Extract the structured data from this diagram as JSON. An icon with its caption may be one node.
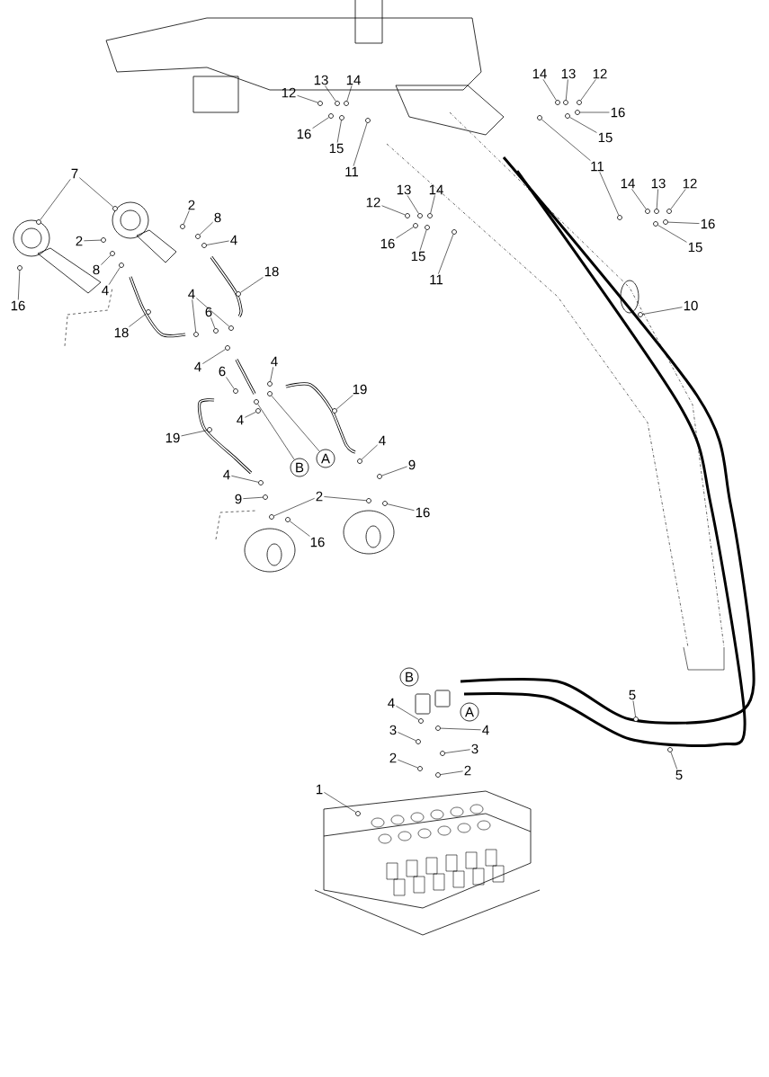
{
  "diagram": {
    "nodes": [
      {
        "text": [
          "12"
        ]
      },
      {
        "text": [
          "13"
        ]
      },
      {
        "text": [
          "14"
        ]
      },
      {
        "text": [
          "16"
        ]
      },
      {
        "text": [
          "15"
        ]
      },
      {
        "text": [
          "11"
        ]
      },
      {
        "text": [
          "14"
        ]
      },
      {
        "text": [
          "13"
        ]
      },
      {
        "text": [
          "12"
        ]
      },
      {
        "text": [
          "16"
        ]
      },
      {
        "text": [
          "15"
        ]
      },
      {
        "text": [
          "11"
        ]
      },
      {
        "text": [
          "7"
        ]
      },
      {
        "text": [
          "2"
        ]
      },
      {
        "text": [
          "8"
        ]
      },
      {
        "text": [
          "4"
        ]
      },
      {
        "text": [
          "12"
        ]
      },
      {
        "text": [
          "13"
        ]
      },
      {
        "text": [
          "14"
        ]
      },
      {
        "text": [
          "14"
        ]
      },
      {
        "text": [
          "13"
        ]
      },
      {
        "text": [
          "12"
        ]
      },
      {
        "text": [
          "16"
        ]
      },
      {
        "text": [
          "15"
        ]
      },
      {
        "text": [
          "16"
        ]
      },
      {
        "text": [
          "15"
        ]
      },
      {
        "text": [
          "11"
        ]
      },
      {
        "text": [
          "2"
        ]
      },
      {
        "text": [
          "8"
        ]
      },
      {
        "text": [
          "4"
        ]
      },
      {
        "text": [
          "18"
        ]
      },
      {
        "text": [
          "16"
        ]
      },
      {
        "text": [
          "10"
        ]
      },
      {
        "text": [
          "4"
        ]
      },
      {
        "text": [
          "6"
        ]
      },
      {
        "text": [
          "18"
        ]
      },
      {
        "text": [
          "4"
        ]
      },
      {
        "text": [
          "4"
        ]
      },
      {
        "text": [
          "6"
        ]
      },
      {
        "text": [
          "19"
        ]
      },
      {
        "text": [
          "4"
        ]
      },
      {
        "text": [
          "19"
        ]
      },
      {
        "text": [
          "4"
        ]
      },
      {
        "text": [
          "A"
        ]
      },
      {
        "text": [
          "B"
        ]
      },
      {
        "text": [
          "9"
        ]
      },
      {
        "text": [
          "4"
        ]
      },
      {
        "text": [
          "2"
        ]
      },
      {
        "text": [
          "9"
        ]
      },
      {
        "text": [
          "16"
        ]
      },
      {
        "text": [
          "16"
        ]
      },
      {
        "text": [
          "B"
        ]
      },
      {
        "text": [
          "5"
        ]
      },
      {
        "text": [
          "4"
        ]
      },
      {
        "text": [
          "A"
        ]
      },
      {
        "text": [
          "4"
        ]
      },
      {
        "text": [
          "3"
        ]
      },
      {
        "text": [
          "3"
        ]
      },
      {
        "text": [
          "2"
        ]
      },
      {
        "text": [
          "2"
        ]
      },
      {
        "text": [
          "5"
        ]
      },
      {
        "text": [
          "1"
        ]
      },
      {
        "text": [],
        "shape": "circle"
      },
      {
        "text": [],
        "shape": "circle"
      },
      {
        "text": [],
        "shape": "circle"
      },
      {
        "text": [],
        "shape": "circle"
      },
      {
        "text": [],
        "shape": "circle"
      },
      {
        "text": [],
        "shape": "circle"
      },
      {
        "text": [],
        "shape": "circle"
      },
      {
        "text": [],
        "shape": "circle"
      },
      {
        "text": [],
        "shape": "circle"
      },
      {
        "text": [],
        "shape": "circle"
      },
      {
        "text": [],
        "shape": "circle"
      },
      {
        "text": [],
        "shape": "circle"
      },
      {
        "text": [],
        "shape": "circle"
      },
      {
        "text": [],
        "shape": "circle"
      },
      {
        "text": [],
        "shape": "circle"
      },
      {
        "text": [],
        "shape": "circle"
      },
      {
        "text": [],
        "shape": "circle"
      },
      {
        "text": [],
        "shape": "circle"
      },
      {
        "text": [],
        "shape": "circle"
      },
      {
        "text": [],
        "shape": "circle"
      },
      {
        "text": [],
        "shape": "circle"
      },
      {
        "text": [],
        "shape": "circle"
      },
      {
        "text": [],
        "shape": "circle"
      },
      {
        "text": [],
        "shape": "circle"
      },
      {
        "text": [],
        "shape": "circle"
      },
      {
        "text": [],
        "shape": "circle"
      },
      {
        "text": [],
        "shape": "circle"
      },
      {
        "text": [],
        "shape": "circle"
      },
      {
        "text": [],
        "shape": "circle"
      },
      {
        "text": [],
        "shape": "circle"
      },
      {
        "text": [],
        "shape": "circle"
      },
      {
        "text": [],
        "shape": "circle"
      },
      {
        "text": [],
        "shape": "circle"
      },
      {
        "text": [],
        "shape": "circle"
      },
      {
        "text": [],
        "shape": "circle"
      },
      {
        "text": [],
        "shape": "circle"
      },
      {
        "text": [],
        "shape": "circle"
      },
      {
        "text": [],
        "shape": "circle"
      },
      {
        "text": [],
        "shape": "circle"
      },
      {
        "text": [],
        "shape": "circle"
      },
      {
        "text": [],
        "shape": "circle"
      },
      {
        "text": [],
        "shape": "circle"
      },
      {
        "text": [],
        "shape": "circle"
      },
      {
        "text": [],
        "shape": "circle"
      },
      {
        "text": [],
        "shape": "circle"
      },
      {
        "text": [],
        "shape": "circle"
      },
      {
        "text": [],
        "shape": "circle"
      },
      {
        "text": [],
        "shape": "circle"
      },
      {
        "text": [],
        "shape": "circle"
      },
      {
        "text": [],
        "shape": "circle"
      },
      {
        "text": [],
        "shape": "circle"
      },
      {
        "text": [],
        "shape": "circle"
      },
      {
        "text": [],
        "shape": "circle"
      },
      {
        "text": [],
        "shape": "circle"
      },
      {
        "text": [],
        "shape": "circle"
      },
      {
        "text": [],
        "shape": "circle"
      },
      {
        "text": [],
        "shape": "circle"
      },
      {
        "text": [],
        "shape": "circle"
      },
      {
        "text": [],
        "shape": "circle"
      },
      {
        "text": [],
        "shape": "circle"
      },
      {
        "text": [],
        "shape": "circle"
      },
      {
        "text": [],
        "shape": "circle"
      },
      {
        "text": [],
        "shape": "circle"
      },
      {
        "text": [],
        "shape": "circle"
      }
    ],
    "edges": [
      {
        "from": 0,
        "to": 62,
        "arrow": "none"
      },
      {
        "from": 1,
        "to": 63,
        "arrow": "none"
      },
      {
        "from": 2,
        "to": 64,
        "arrow": "none"
      },
      {
        "from": 3,
        "to": 65,
        "arrow": "none"
      },
      {
        "from": 4,
        "to": 66,
        "arrow": "none"
      },
      {
        "from": 5,
        "to": 67,
        "arrow": "none"
      },
      {
        "from": 6,
        "to": 68,
        "arrow": "none"
      },
      {
        "from": 7,
        "to": 69,
        "arrow": "none"
      },
      {
        "from": 8,
        "to": 70,
        "arrow": "none"
      },
      {
        "from": 9,
        "to": 71,
        "arrow": "none"
      },
      {
        "from": 10,
        "to": 72,
        "arrow": "none"
      },
      {
        "from": 11,
        "to": 73,
        "arrow": "none"
      },
      {
        "from": 11,
        "to": 74,
        "arrow": "none"
      },
      {
        "from": 12,
        "to": 75,
        "arrow": "none"
      },
      {
        "from": 12,
        "to": 76,
        "arrow": "none"
      },
      {
        "from": 13,
        "to": 77,
        "arrow": "none"
      },
      {
        "from": 14,
        "to": 78,
        "arrow": "none"
      },
      {
        "from": 15,
        "to": 79,
        "arrow": "none"
      },
      {
        "from": 16,
        "to": 80,
        "arrow": "none"
      },
      {
        "from": 17,
        "to": 81,
        "arrow": "none"
      },
      {
        "from": 18,
        "to": 82,
        "arrow": "none"
      },
      {
        "from": 19,
        "to": 83,
        "arrow": "none"
      },
      {
        "from": 20,
        "to": 84,
        "arrow": "none"
      },
      {
        "from": 21,
        "to": 85,
        "arrow": "none"
      },
      {
        "from": 22,
        "to": 86,
        "arrow": "none"
      },
      {
        "from": 23,
        "to": 87,
        "arrow": "none"
      },
      {
        "from": 24,
        "to": 88,
        "arrow": "none"
      },
      {
        "from": 25,
        "to": 89,
        "arrow": "none"
      },
      {
        "from": 26,
        "to": 90,
        "arrow": "none"
      },
      {
        "from": 27,
        "to": 91,
        "arrow": "none"
      },
      {
        "from": 28,
        "to": 92,
        "arrow": "none"
      },
      {
        "from": 29,
        "to": 93,
        "arrow": "none"
      },
      {
        "from": 30,
        "to": 94,
        "arrow": "none"
      },
      {
        "from": 31,
        "to": 95,
        "arrow": "none"
      },
      {
        "from": 32,
        "to": 96,
        "arrow": "none"
      },
      {
        "from": 33,
        "to": 97,
        "arrow": "none"
      },
      {
        "from": 33,
        "to": 98,
        "arrow": "none"
      },
      {
        "from": 34,
        "to": 99,
        "arrow": "none"
      },
      {
        "from": 35,
        "to": 100,
        "arrow": "none"
      },
      {
        "from": 36,
        "to": 101,
        "arrow": "none"
      },
      {
        "from": 37,
        "to": 102,
        "arrow": "none"
      },
      {
        "from": 38,
        "to": 103,
        "arrow": "none"
      },
      {
        "from": 39,
        "to": 104,
        "arrow": "none"
      },
      {
        "from": 40,
        "to": 105,
        "arrow": "none"
      },
      {
        "from": 41,
        "to": 106,
        "arrow": "none"
      },
      {
        "from": 42,
        "to": 107,
        "arrow": "none"
      },
      {
        "from": 43,
        "to": 108,
        "arrow": "none"
      },
      {
        "from": 44,
        "to": 109,
        "arrow": "none"
      },
      {
        "from": 45,
        "to": 110,
        "arrow": "none"
      },
      {
        "from": 46,
        "to": 111,
        "arrow": "none"
      },
      {
        "from": 47,
        "to": 112,
        "arrow": "none"
      },
      {
        "from": 47,
        "to": 113,
        "arrow": "none"
      },
      {
        "from": 48,
        "to": 114,
        "arrow": "none"
      },
      {
        "from": 49,
        "to": 115,
        "arrow": "none"
      },
      {
        "from": 50,
        "to": 116,
        "arrow": "none"
      },
      {
        "from": 52,
        "to": 117,
        "arrow": "none"
      },
      {
        "from": 53,
        "to": 118,
        "arrow": "none"
      },
      {
        "from": 55,
        "to": 119,
        "arrow": "none"
      },
      {
        "from": 56,
        "to": 120,
        "arrow": "none"
      },
      {
        "from": 57,
        "to": 121,
        "arrow": "none"
      },
      {
        "from": 58,
        "to": 122,
        "arrow": "none"
      },
      {
        "from": 59,
        "to": 123,
        "arrow": "none"
      },
      {
        "from": 60,
        "to": 124,
        "arrow": "none"
      },
      {
        "from": 61,
        "to": 125,
        "arrow": "none"
      }
    ]
  }
}
